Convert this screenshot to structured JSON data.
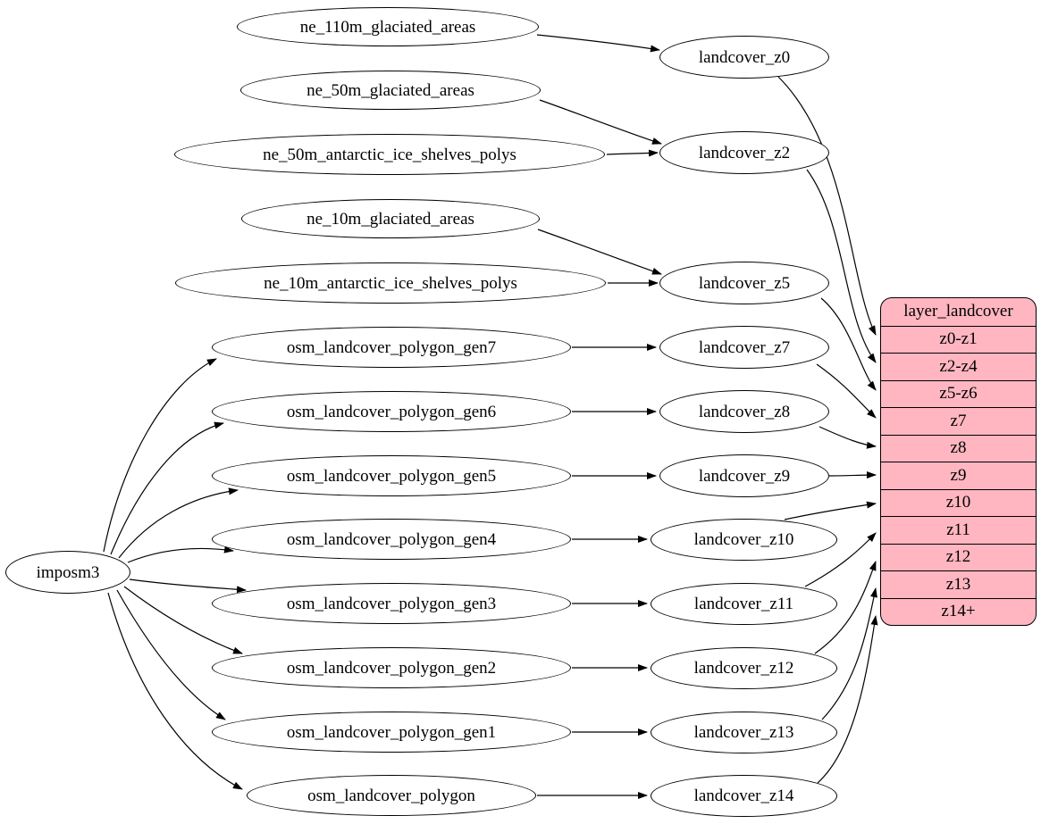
{
  "diagram_type": "etl-flow-graph",
  "colors": {
    "background": "#ffffff",
    "node_fill": "#ffffff",
    "stroke": "#000000",
    "table_fill": "#ffb6c1"
  },
  "nodes": {
    "imposm3": "imposm3",
    "ne_110m_glaciated_areas": "ne_110m_glaciated_areas",
    "ne_50m_glaciated_areas": "ne_50m_glaciated_areas",
    "ne_50m_antarctic_ice_shelves_polys": "ne_50m_antarctic_ice_shelves_polys",
    "ne_10m_glaciated_areas": "ne_10m_glaciated_areas",
    "ne_10m_antarctic_ice_shelves_polys": "ne_10m_antarctic_ice_shelves_polys",
    "osm_landcover_polygon_gen7": "osm_landcover_polygon_gen7",
    "osm_landcover_polygon_gen6": "osm_landcover_polygon_gen6",
    "osm_landcover_polygon_gen5": "osm_landcover_polygon_gen5",
    "osm_landcover_polygon_gen4": "osm_landcover_polygon_gen4",
    "osm_landcover_polygon_gen3": "osm_landcover_polygon_gen3",
    "osm_landcover_polygon_gen2": "osm_landcover_polygon_gen2",
    "osm_landcover_polygon_gen1": "osm_landcover_polygon_gen1",
    "osm_landcover_polygon": "osm_landcover_polygon",
    "landcover_z0": "landcover_z0",
    "landcover_z2": "landcover_z2",
    "landcover_z5": "landcover_z5",
    "landcover_z7": "landcover_z7",
    "landcover_z8": "landcover_z8",
    "landcover_z9": "landcover_z9",
    "landcover_z10": "landcover_z10",
    "landcover_z11": "landcover_z11",
    "landcover_z12": "landcover_z12",
    "landcover_z13": "landcover_z13",
    "landcover_z14": "landcover_z14"
  },
  "table": {
    "title": "layer_landcover",
    "rows": [
      "z0-z1",
      "z2-z4",
      "z5-z6",
      "z7",
      "z8",
      "z9",
      "z10",
      "z11",
      "z12",
      "z13",
      "z14+"
    ],
    "fill": "#ffb6c1"
  },
  "edges": [
    {
      "from": "imposm3",
      "to": "osm_landcover_polygon_gen7"
    },
    {
      "from": "imposm3",
      "to": "osm_landcover_polygon_gen6"
    },
    {
      "from": "imposm3",
      "to": "osm_landcover_polygon_gen5"
    },
    {
      "from": "imposm3",
      "to": "osm_landcover_polygon_gen4"
    },
    {
      "from": "imposm3",
      "to": "osm_landcover_polygon_gen3"
    },
    {
      "from": "imposm3",
      "to": "osm_landcover_polygon_gen2"
    },
    {
      "from": "imposm3",
      "to": "osm_landcover_polygon_gen1"
    },
    {
      "from": "imposm3",
      "to": "osm_landcover_polygon"
    },
    {
      "from": "ne_110m_glaciated_areas",
      "to": "landcover_z0"
    },
    {
      "from": "ne_50m_glaciated_areas",
      "to": "landcover_z2"
    },
    {
      "from": "ne_50m_antarctic_ice_shelves_polys",
      "to": "landcover_z2"
    },
    {
      "from": "ne_10m_glaciated_areas",
      "to": "landcover_z5"
    },
    {
      "from": "ne_10m_antarctic_ice_shelves_polys",
      "to": "landcover_z5"
    },
    {
      "from": "osm_landcover_polygon_gen7",
      "to": "landcover_z7"
    },
    {
      "from": "osm_landcover_polygon_gen6",
      "to": "landcover_z8"
    },
    {
      "from": "osm_landcover_polygon_gen5",
      "to": "landcover_z9"
    },
    {
      "from": "osm_landcover_polygon_gen4",
      "to": "landcover_z10"
    },
    {
      "from": "osm_landcover_polygon_gen3",
      "to": "landcover_z11"
    },
    {
      "from": "osm_landcover_polygon_gen2",
      "to": "landcover_z12"
    },
    {
      "from": "osm_landcover_polygon_gen1",
      "to": "landcover_z13"
    },
    {
      "from": "osm_landcover_polygon",
      "to": "landcover_z14"
    },
    {
      "from": "landcover_z0",
      "to": "layer_landcover",
      "port": "z0-z1"
    },
    {
      "from": "landcover_z2",
      "to": "layer_landcover",
      "port": "z2-z4"
    },
    {
      "from": "landcover_z5",
      "to": "layer_landcover",
      "port": "z5-z6"
    },
    {
      "from": "landcover_z7",
      "to": "layer_landcover",
      "port": "z7"
    },
    {
      "from": "landcover_z8",
      "to": "layer_landcover",
      "port": "z8"
    },
    {
      "from": "landcover_z9",
      "to": "layer_landcover",
      "port": "z9"
    },
    {
      "from": "landcover_z10",
      "to": "layer_landcover",
      "port": "z10"
    },
    {
      "from": "landcover_z11",
      "to": "layer_landcover",
      "port": "z11"
    },
    {
      "from": "landcover_z12",
      "to": "layer_landcover",
      "port": "z12"
    },
    {
      "from": "landcover_z13",
      "to": "layer_landcover",
      "port": "z13"
    },
    {
      "from": "landcover_z14",
      "to": "layer_landcover",
      "port": "z14+"
    }
  ]
}
